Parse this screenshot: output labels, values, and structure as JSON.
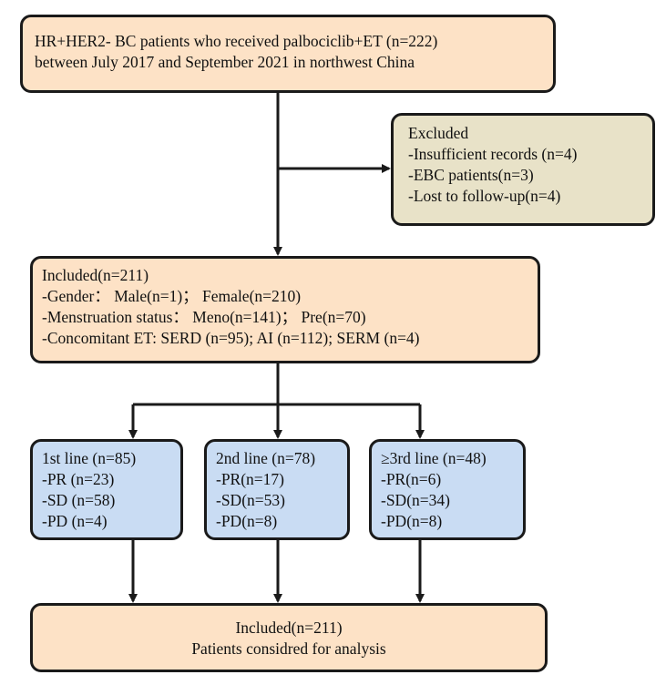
{
  "top_box": {
    "lines": [
      "HR+HER2- BC patients who received palbociclib+ET (n=222)",
      "between July 2017 and September 2021 in northwest China"
    ]
  },
  "excluded_box": {
    "lines": [
      "Excluded",
      "-Insufficient records (n=4)",
      "-EBC patients(n=3)",
      "-Lost to follow-up(n=4)"
    ]
  },
  "included_box": {
    "lines": [
      "Included(n=211)",
      "-Gender： Male(n=1)； Female(n=210)",
      "-Menstruation status： Meno(n=141)； Pre(n=70)",
      "-Concomitant ET: SERD (n=95); AI (n=112); SERM (n=4)"
    ]
  },
  "line_boxes": [
    {
      "lines": [
        "1st line (n=85)",
        "-PR (n=23)",
        "-SD (n=58)",
        "-PD (n=4)"
      ]
    },
    {
      "lines": [
        "2nd line (n=78)",
        "-PR(n=17)",
        "-SD(n=53)",
        "-PD(n=8)"
      ]
    },
    {
      "lines": [
        "≥3rd line (n=48)",
        "-PR(n=6)",
        "-SD(n=34)",
        "-PD(n=8)"
      ]
    }
  ],
  "bottom_box": {
    "lines": [
      "Included(n=211)",
      "Patients considred for analysis"
    ]
  },
  "colors": {
    "peach": "#fde2c6",
    "khaki": "#e8e2c8",
    "blue": "#c9dcf3",
    "border": "#1a1a1a"
  }
}
